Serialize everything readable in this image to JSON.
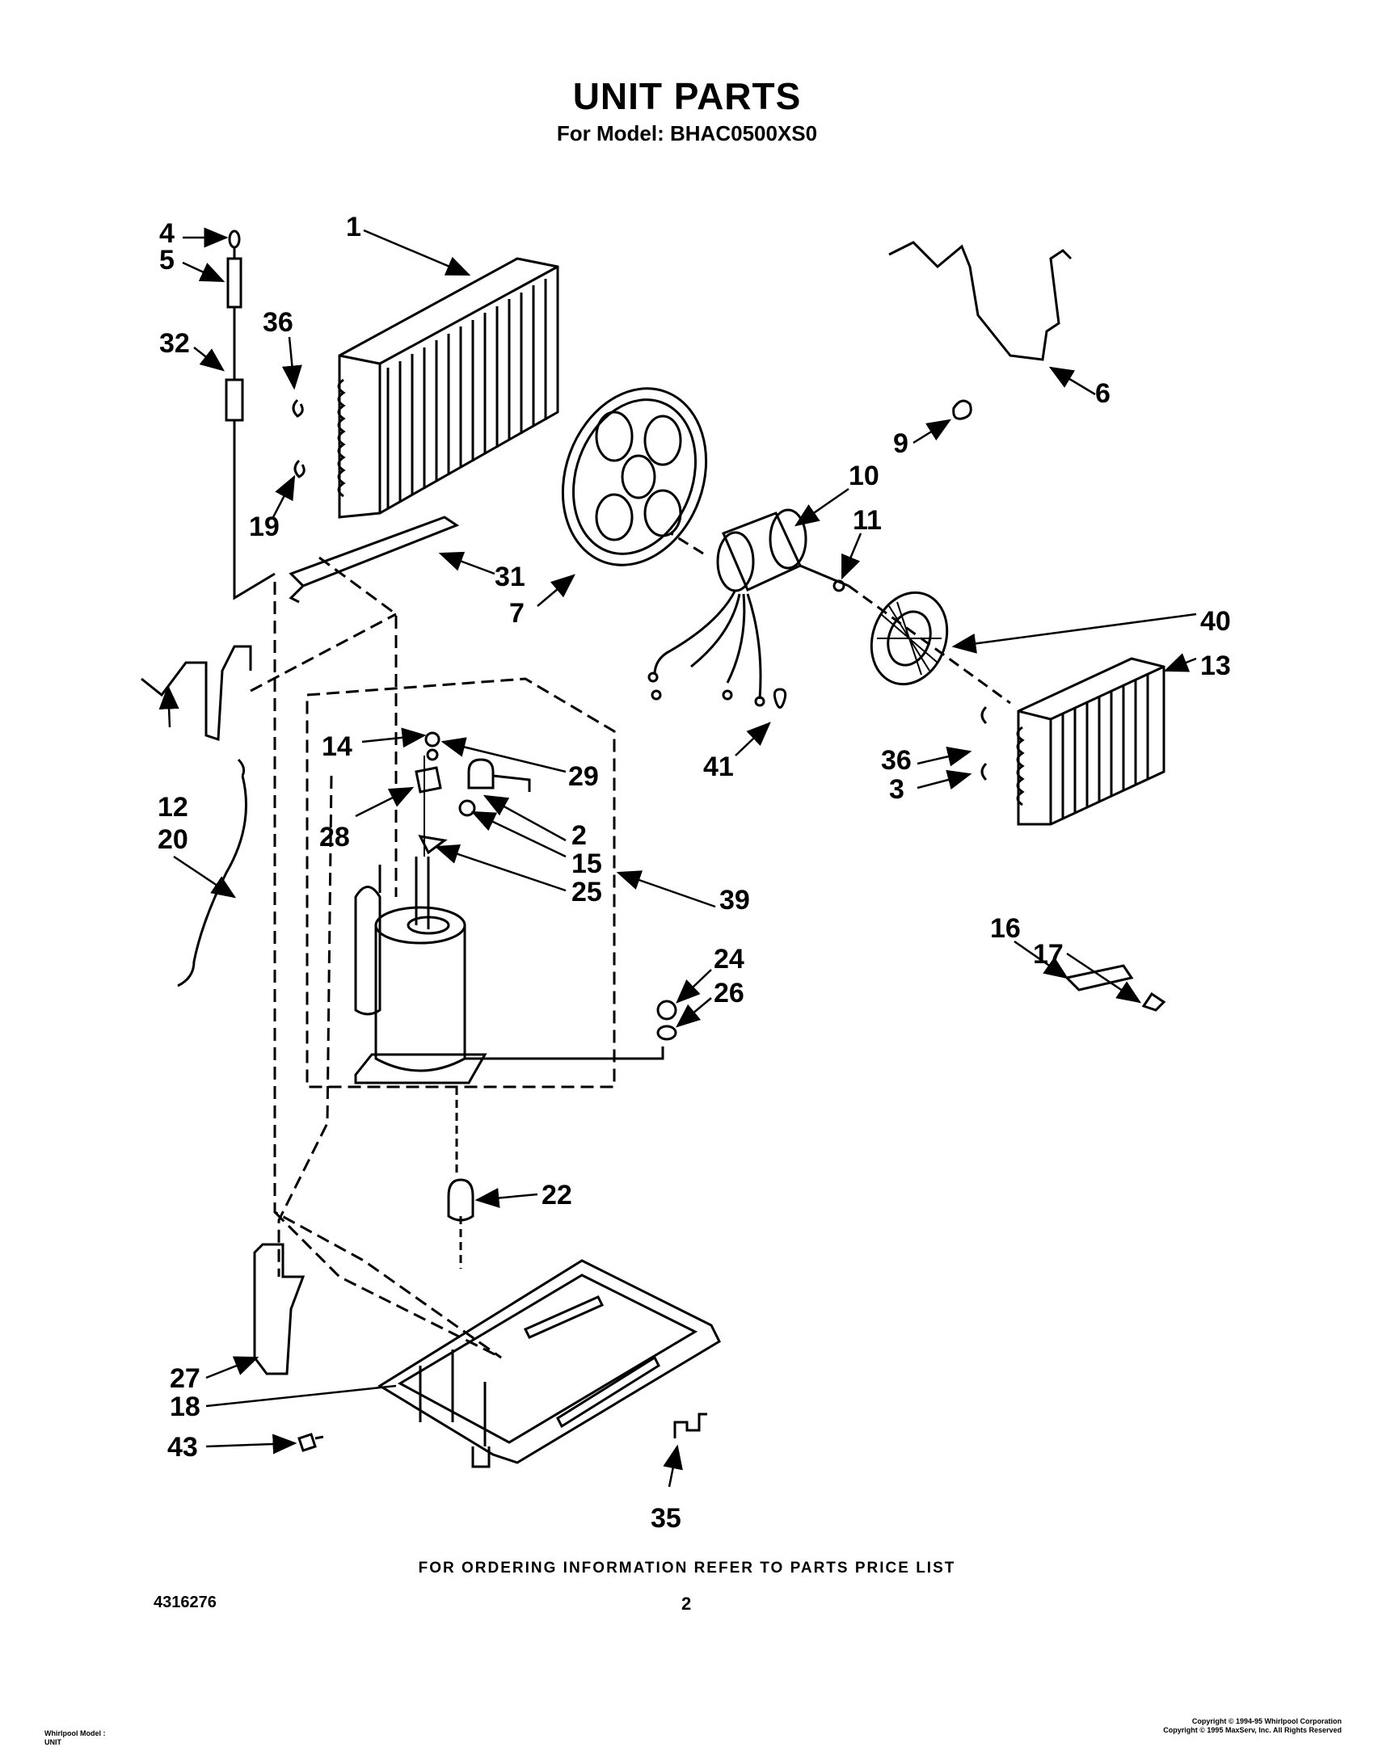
{
  "header": {
    "title": "UNIT PARTS",
    "subtitle": "For Model: BHAC0500XS0"
  },
  "callouts": [
    "1",
    "2",
    "3",
    "4",
    "5",
    "6",
    "7",
    "9",
    "10",
    "11",
    "12",
    "13",
    "14",
    "15",
    "16",
    "17",
    "18",
    "19",
    "20",
    "22",
    "24",
    "25",
    "26",
    "27",
    "28",
    "29",
    "31",
    "32",
    "35",
    "36",
    "36",
    "39",
    "40",
    "41",
    "43"
  ],
  "footer": {
    "ordering_note": "FOR ORDERING INFORMATION REFER TO PARTS PRICE LIST",
    "doc_number": "4316276",
    "page_number": "2",
    "bottom_left_line1": "Whirlpool Model :",
    "bottom_left_line2": "UNIT",
    "copyright_line1": "Copyright © 1994-95 Whirlpool Corporation",
    "copyright_line2": "Copyright © 1995 MaxServ, Inc. All Rights Reserved"
  }
}
